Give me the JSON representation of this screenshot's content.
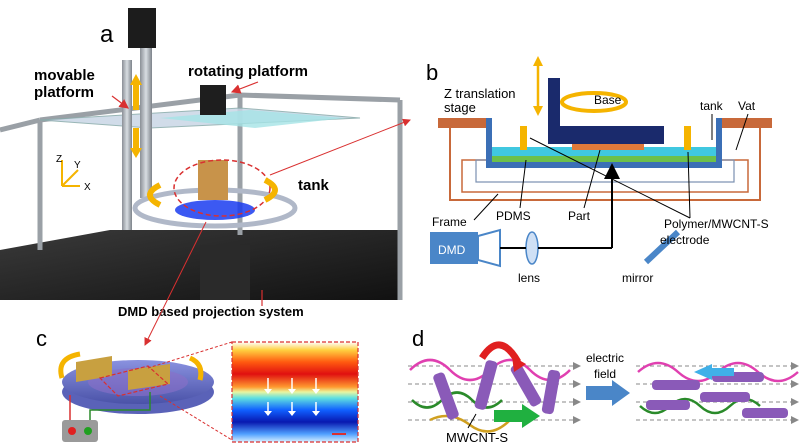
{
  "panels": {
    "a": {
      "letter": "a",
      "movable_platform_line1": "movable",
      "movable_platform_line2": "platform",
      "rotating_platform": "rotating platform",
      "tank": "tank",
      "axis_z": "Z",
      "axis_y": "Y",
      "axis_x": "X",
      "dmd_system": "DMD based projection system"
    },
    "b": {
      "letter": "b",
      "z_stage_line1": "Z translation",
      "z_stage_line2": "stage",
      "base": "Base",
      "tank": "tank",
      "vat": "Vat",
      "frame": "Frame",
      "pdms": "PDMS",
      "part": "Part",
      "polymer": "Polymer/MWCNT-S",
      "electrode": "electrode",
      "dmd": "DMD",
      "lens": "lens",
      "mirror": "mirror"
    },
    "c": {
      "letter": "c"
    },
    "d": {
      "letter": "d",
      "electric_line1": "electric",
      "electric_line2": "field",
      "mwcnt": "MWCNT-S"
    }
  },
  "colors": {
    "orange_frame": "#c8693a",
    "blue_tank": "#3b6fb6",
    "navy_base": "#1a2a6c",
    "green_layer": "#6cc04a",
    "cyan_layer": "#40c8e0",
    "arrow_yellow": "#f5b400",
    "dmd_blue": "#4a86c8",
    "red_line": "#d93030"
  }
}
